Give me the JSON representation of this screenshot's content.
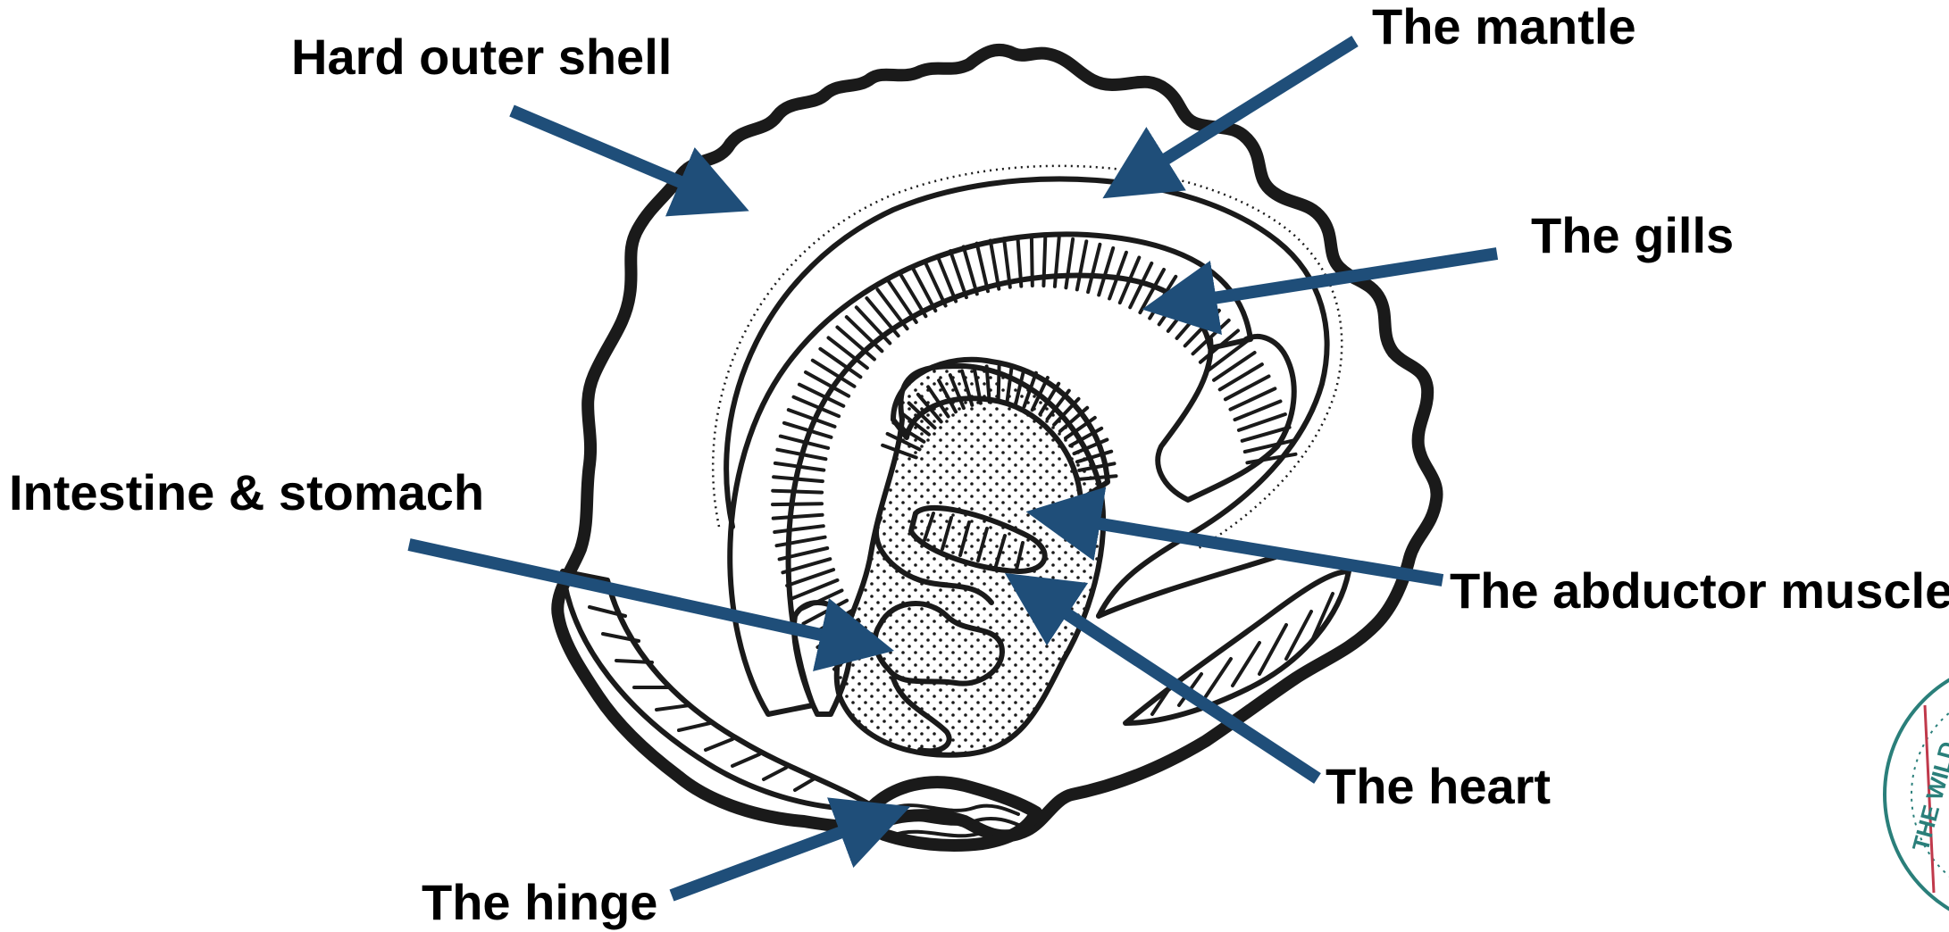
{
  "labels": {
    "hard_outer_shell": "Hard outer shell",
    "the_mantle": "The mantle",
    "the_gills": "The gills",
    "intestine_stomach": "Intestine & stomach",
    "the_abductor_muscle": "The abductor muscle",
    "the_heart": "The heart",
    "the_hinge": "The hinge"
  },
  "logo": {
    "text": "THE WILD"
  },
  "colors": {
    "arrow": "#1f4e79",
    "ink": "#1a1a1a",
    "logo_teal": "#2a7f7a",
    "logo_red": "#c0394b"
  }
}
